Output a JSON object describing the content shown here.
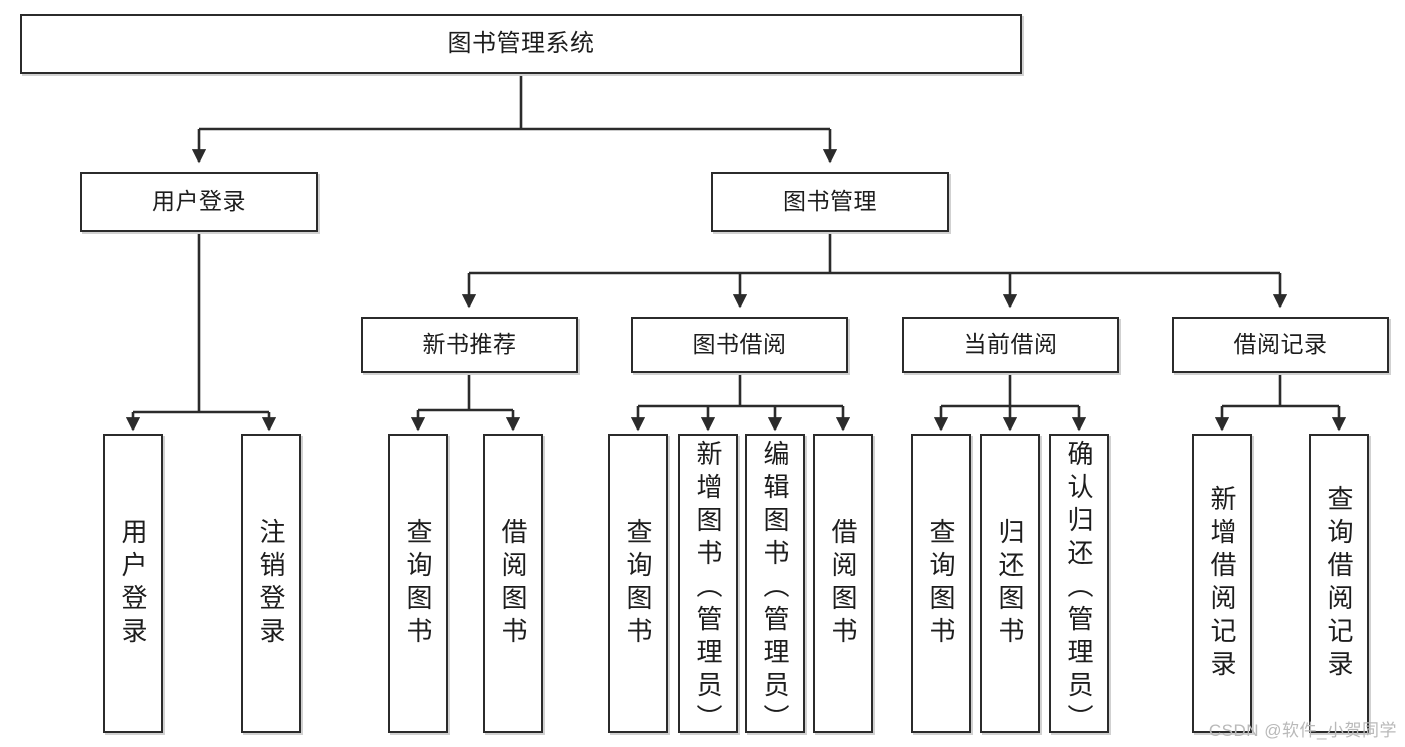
{
  "diagram": {
    "title": "图书管理系统",
    "watermark": "CSDN @软件_小贺同学",
    "colors": {
      "box_border": "#2b2b2b",
      "box_fill": "#ffffff",
      "connector": "#2b2b2b",
      "text": "#1d1d1d",
      "watermark": "#b9b9b9"
    },
    "levels": {
      "root": "图书管理系统",
      "level2": [
        "用户登录",
        "图书管理"
      ],
      "level3": [
        "新书推荐",
        "图书借阅",
        "当前借阅",
        "借阅记录"
      ]
    },
    "nodes": {
      "root": {
        "label": "图书管理系统"
      },
      "user_login": {
        "label": "用户登录"
      },
      "book_manage": {
        "label": "图书管理"
      },
      "new_book_rec": {
        "label": "新书推荐"
      },
      "book_borrow": {
        "label": "图书借阅"
      },
      "current_borrow": {
        "label": "当前借阅"
      },
      "borrow_record": {
        "label": "借阅记录"
      }
    },
    "leaves": {
      "user_login": [
        {
          "label": "用户登录"
        },
        {
          "label": "注销登录"
        }
      ],
      "new_book_rec": [
        {
          "label": "查询图书"
        },
        {
          "label": "借阅图书"
        }
      ],
      "book_borrow": [
        {
          "label": "查询图书"
        },
        {
          "label": "新增图书（管理员）"
        },
        {
          "label": "编辑图书（管理员）"
        },
        {
          "label": "借阅图书"
        }
      ],
      "current_borrow": [
        {
          "label": "查询图书"
        },
        {
          "label": "归还图书"
        },
        {
          "label": "确认归还（管理员）"
        }
      ],
      "borrow_record": [
        {
          "label": "新增借阅记录"
        },
        {
          "label": "查询借阅记录"
        }
      ]
    }
  }
}
